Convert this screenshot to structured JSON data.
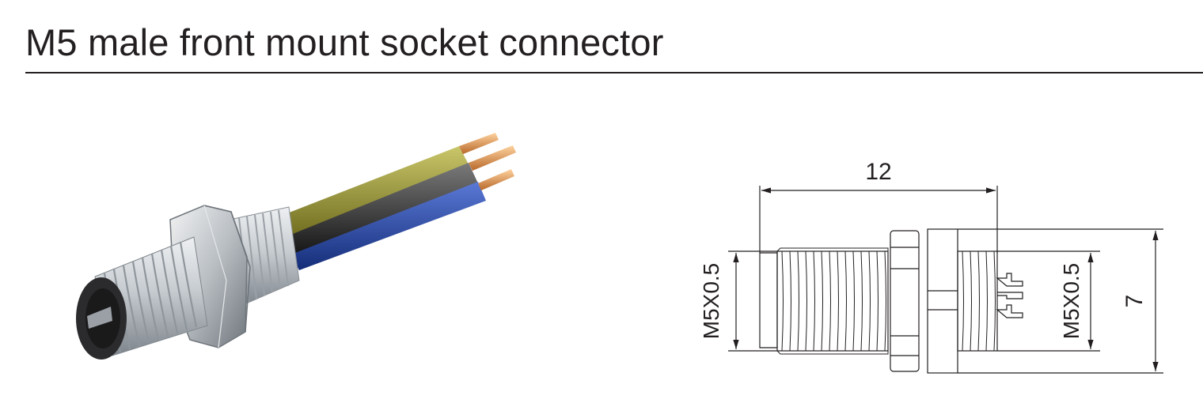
{
  "title": "M5 male front mount socket connector",
  "drawing": {
    "length_label": "12",
    "thread_label_left": "M5X0.5",
    "thread_label_right": "M5X0.5",
    "height_label": "7"
  },
  "colors": {
    "text": "#231f20",
    "wire_yellow": "#8c8c2a",
    "wire_black": "#2a2a2a",
    "wire_blue": "#1f3f9a",
    "copper": "#e09a4a",
    "metal": "#c9ced3"
  }
}
